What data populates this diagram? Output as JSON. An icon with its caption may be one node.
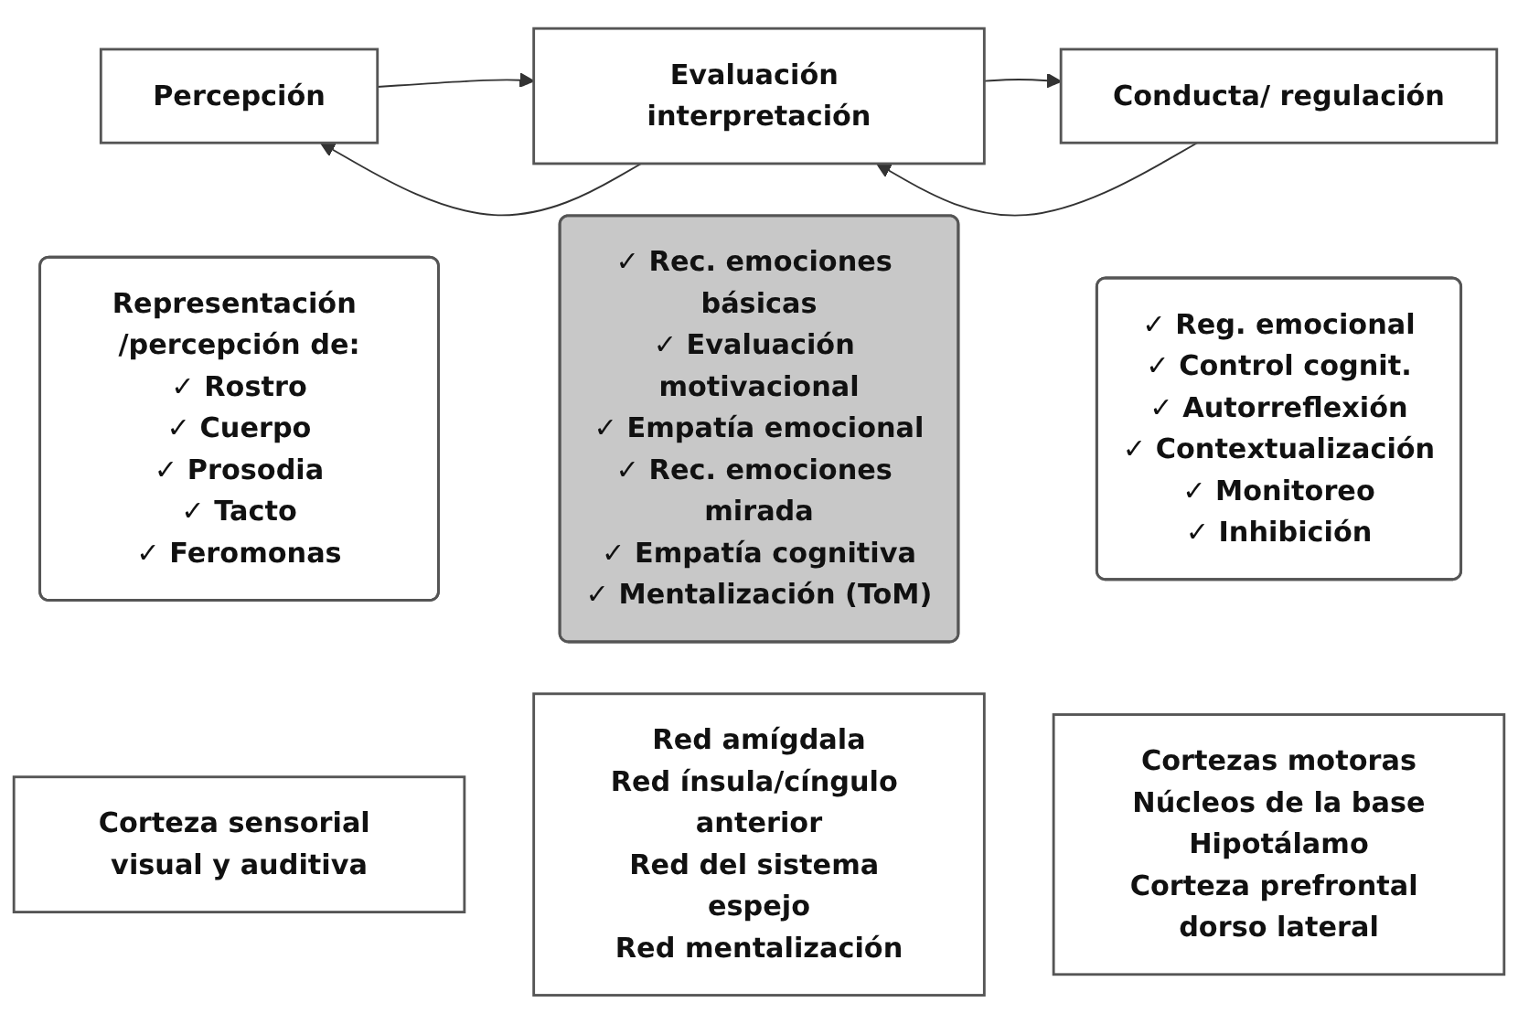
{
  "diagram": {
    "nodes": [
      {
        "text": [
          "Percepción"
        ]
      },
      {
        "text": [
          "Evaluación interpretación"
        ]
      },
      {
        "text": [
          "Conducta/ regulación"
        ]
      },
      {
        "text": [
          "Representación /percepción de:",
          "✓ Rostro",
          "✓ Cuerpo",
          "✓ Prosodia",
          "✓ Tacto",
          "✓ Feromonas"
        ]
      },
      {
        "text": [
          "✓ Rec. emociones básicas",
          "✓ Evaluación motivacional",
          "✓ Empatía emocional",
          "✓ Rec. emociones mirada",
          "✓ Empatía cognitiva",
          "✓ Mentalización (ToM)"
        ]
      },
      {
        "text": [
          "✓ Reg. emocional",
          "✓ Control cognit.",
          "✓ Autorreflexión",
          "✓ Contextualización",
          "✓ Monitoreo",
          "✓ Inhibición"
        ]
      },
      {
        "text": [
          "Corteza sensorial visual y auditiva"
        ]
      },
      {
        "text": [
          "Red amígdala",
          "Red ínsula/cíngulo anterior",
          "Red del sistema espejo",
          "Red mentalización"
        ]
      },
      {
        "text": [
          "Cortezas motoras",
          "Núcleos de la base",
          "Hipotálamo",
          "Corteza prefrontal dorso lateral"
        ]
      }
    ],
    "edges": [
      {
        "from": 0,
        "to": 1,
        "arrow": "to"
      },
      {
        "from": 1,
        "to": 0,
        "arrow": "to"
      },
      {
        "from": 1,
        "to": 2,
        "arrow": "to"
      },
      {
        "from": 2,
        "to": 1,
        "arrow": "to"
      }
    ]
  }
}
